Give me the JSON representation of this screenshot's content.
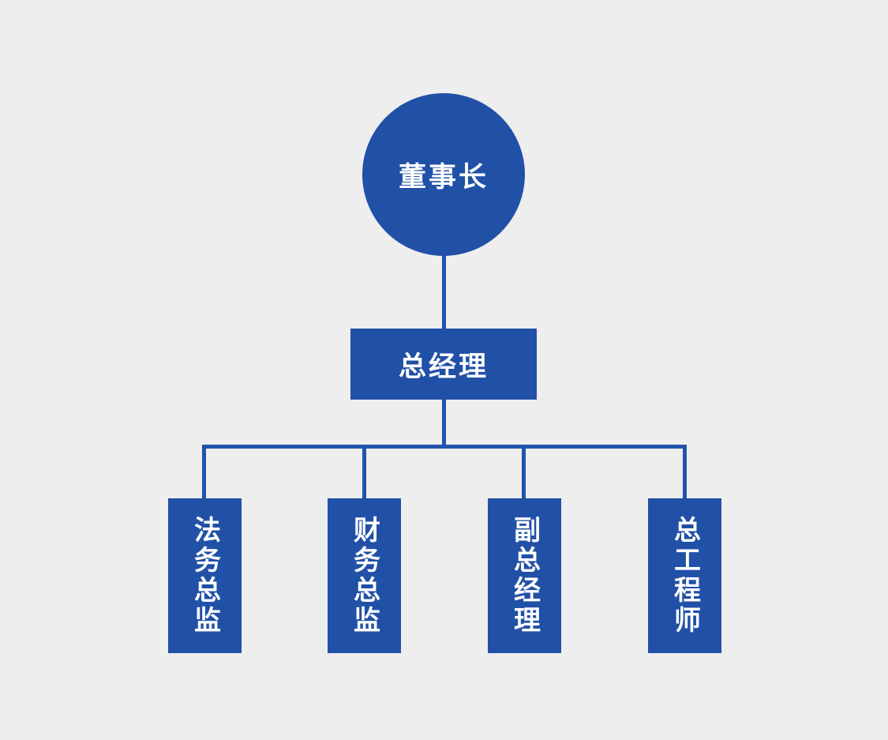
{
  "org": {
    "root": {
      "label": "董事长",
      "shape": "circle",
      "level": 1
    },
    "manager": {
      "label": "总经理",
      "shape": "rectangle",
      "level": 2
    },
    "leaves": [
      {
        "label": "法务总监",
        "level": 3
      },
      {
        "label": "财务总监",
        "level": 3
      },
      {
        "label": "副总经理",
        "level": 3
      },
      {
        "label": "总工程师",
        "level": 3
      }
    ]
  },
  "colors": {
    "node_fill": "#2150a7",
    "connector": "#2154ae",
    "background": "#eeeeef",
    "text": "#ffffff"
  }
}
